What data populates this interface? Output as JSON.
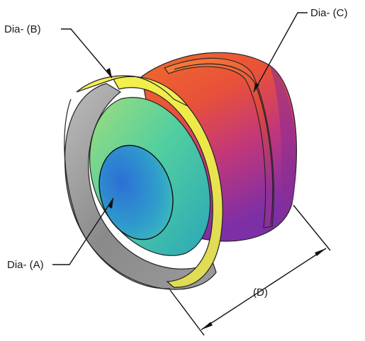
{
  "labels": {
    "dia_a": "Dia- (A)",
    "dia_b": "Dia- (B)",
    "dia_c": "Dia- (C)",
    "length_d": "(D)"
  },
  "colors": {
    "flange_face": "#eef03a",
    "flange_rim": "#8e8e8e",
    "bore_outer": "#5cd29a",
    "bore_inner": "#2f8fd0",
    "body_top": "#f06a30",
    "body_bottom": "#7a2fa8",
    "line": "#111111"
  }
}
